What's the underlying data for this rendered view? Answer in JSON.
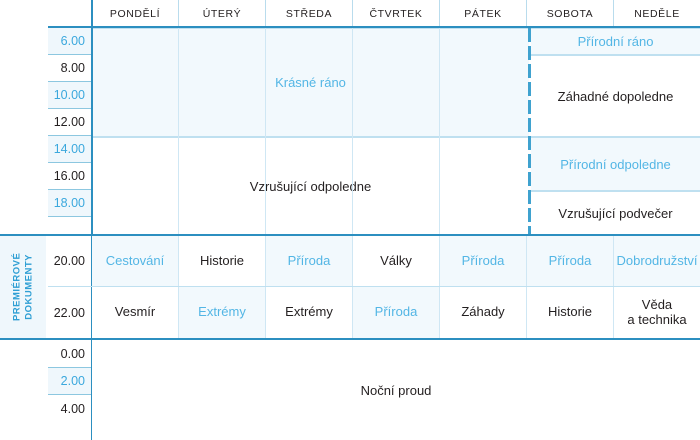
{
  "colors": {
    "accent": "#3ba8dd",
    "accent_dark": "#2c8fc0",
    "block_blue_bg": "#f2f9fd",
    "block_white_bg": "#ffffff",
    "text_dark": "#231f20",
    "grid_line": "#bfe0f0"
  },
  "header": {
    "corner_label": "",
    "days": [
      {
        "label": "PONDĚLÍ"
      },
      {
        "label": "ÚTERÝ"
      },
      {
        "label": "STŘEDA"
      },
      {
        "label": "ČTVRTEK"
      },
      {
        "label": "PÁTEK"
      },
      {
        "label": "SOBOTA"
      },
      {
        "label": "NEDĚLE"
      }
    ]
  },
  "time_column": {
    "slots": [
      {
        "label": "6.00",
        "highlight": true
      },
      {
        "label": "8.00",
        "highlight": false
      },
      {
        "label": "10.00",
        "highlight": true
      },
      {
        "label": "12.00",
        "highlight": false
      },
      {
        "label": "14.00",
        "highlight": true
      },
      {
        "label": "16.00",
        "highlight": false
      },
      {
        "label": "18.00",
        "highlight": true
      },
      {
        "label": "20.00",
        "highlight": false
      },
      {
        "label": "22.00",
        "highlight": false
      },
      {
        "label": "0.00",
        "highlight": false
      },
      {
        "label": "2.00",
        "highlight": true
      },
      {
        "label": "4.00",
        "highlight": false
      }
    ]
  },
  "dayparts": {
    "weekday_morning": {
      "label": "Krásné ráno",
      "style": "blue"
    },
    "weekday_afternoon": {
      "label": "Vzrušující odpoledne",
      "style": "white"
    },
    "weekend_morning": {
      "label": "Přírodní ráno",
      "style": "blue"
    },
    "weekend_midday": {
      "label": "Záhadné dopoledne",
      "style": "white"
    },
    "weekend_afternoon": {
      "label": "Přírodní odpoledne",
      "style": "blue"
    },
    "weekend_evening": {
      "label": "Vzrušující podvečer",
      "style": "white"
    }
  },
  "premiere_section": {
    "side_label_line1": "PREMIÉROVÉ",
    "side_label_line2": "DOKUMENTY",
    "rows": [
      {
        "time": "20.00",
        "cells": [
          {
            "label": "Cestování",
            "style": "blue"
          },
          {
            "label": "Historie",
            "style": "white"
          },
          {
            "label": "Příroda",
            "style": "blue"
          },
          {
            "label": "Války",
            "style": "white"
          },
          {
            "label": "Příroda",
            "style": "blue"
          },
          {
            "label": "Příroda",
            "style": "blue"
          },
          {
            "label": "Dobrodružství",
            "style": "blue"
          }
        ]
      },
      {
        "time": "22.00",
        "cells": [
          {
            "label": "Vesmír",
            "style": "white"
          },
          {
            "label": "Extrémy",
            "style": "blue"
          },
          {
            "label": "Extrémy",
            "style": "white"
          },
          {
            "label": "Příroda",
            "style": "blue"
          },
          {
            "label": "Záhady",
            "style": "white"
          },
          {
            "label": "Historie",
            "style": "white"
          },
          {
            "label": "Věda\na technika",
            "style": "white"
          }
        ]
      }
    ]
  },
  "night_block": {
    "label": "Noční proud"
  }
}
